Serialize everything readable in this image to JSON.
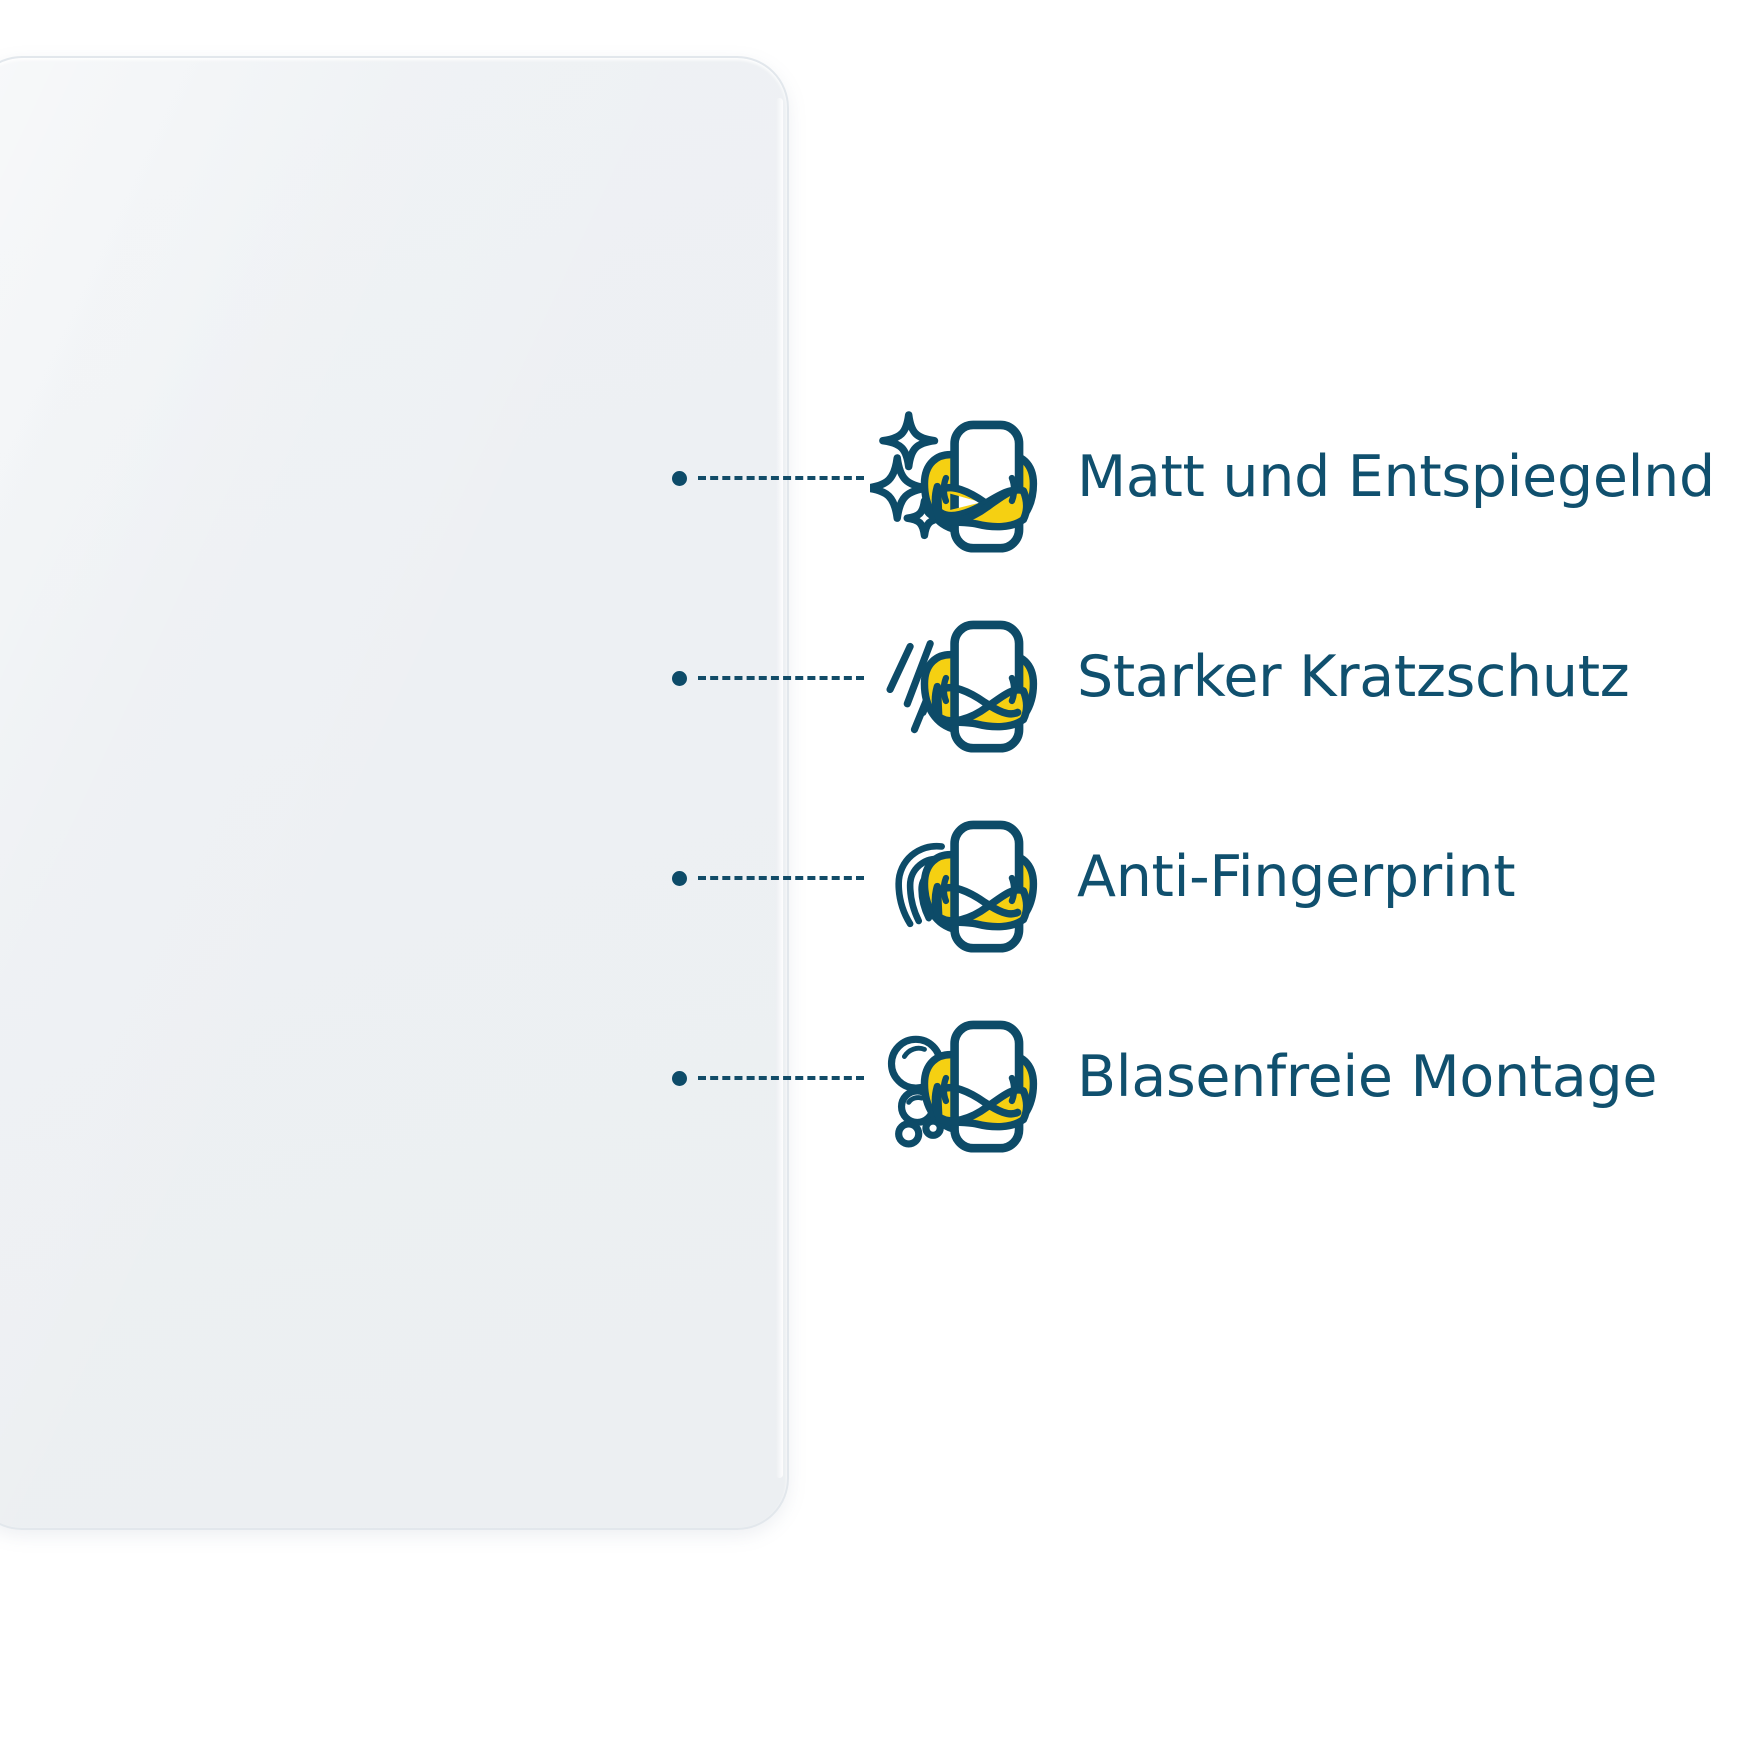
{
  "product": {
    "panel_name": "screen-protector-sheet",
    "panel_fill_color": "#eef1f4",
    "panel_border_color": "#e2e7ec"
  },
  "theme": {
    "accent_yellow": "#f5d012",
    "dark_blue": "#0d4b68",
    "text_blue": "#10506e",
    "background": "#ffffff"
  },
  "features": [
    {
      "id": "matt-anti-glare",
      "label": "Matt und Entspiegelnd",
      "icon": "sparkle-screen-protector-icon"
    },
    {
      "id": "scratch-protection",
      "label": "Starker Kratzschutz",
      "icon": "scratch-lines-screen-protector-icon"
    },
    {
      "id": "anti-fingerprint",
      "label": "Anti-Fingerprint",
      "icon": "fingerprint-screen-protector-icon"
    },
    {
      "id": "bubble-free-mounting",
      "label": "Blasenfreie Montage",
      "icon": "bubbles-screen-protector-icon"
    }
  ]
}
